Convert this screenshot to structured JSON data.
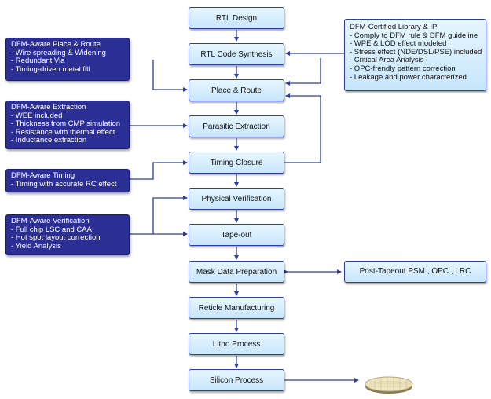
{
  "flow": {
    "rtl_design": "RTL Design",
    "rtl_synthesis": "RTL Code Synthesis",
    "place_route": "Place & Route",
    "parasitic": "Parasitic Extraction",
    "timing_closure": "Timing Closure",
    "physical_verification": "Physical Verification",
    "tapeout": "Tape-out",
    "mask_prep": "Mask Data Preparation",
    "reticle": "Reticle Manufacturing",
    "litho": "Litho Process",
    "silicon": "Silicon Process"
  },
  "dfm_pr": {
    "title": "DFM-Aware Place & Route",
    "items": [
      "- Wire spreading & Widening",
      "- Redundant Via",
      "- Timing-driven metal fill"
    ]
  },
  "dfm_extraction": {
    "title": "DFM-Aware Extraction",
    "items": [
      "- WEE included",
      "- Thickness from CMP simulation",
      "- Resistance with thermal effect",
      "- Inductance extraction"
    ]
  },
  "dfm_timing": {
    "title": "DFM-Aware Timing",
    "items": [
      "- Timing with accurate RC effect"
    ]
  },
  "dfm_verification": {
    "title": "DFM-Aware Verification",
    "items": [
      "- Full chip LSC and CAA",
      "- Hot spot layout correction",
      "- Yield Analysis"
    ]
  },
  "dfm_library": {
    "title": "DFM-Certified Library & IP",
    "items": [
      "- Comply to DFM rule & DFM guideline",
      "- WPE & LOD effect modeled",
      "- Stress effect (NDE/DSL/PSE) included",
      "- Critical Area Analysis",
      "- OPC-frendly pattern correction",
      "- Leakage and power characterized"
    ]
  },
  "post_tapeout": "Post-Tapeout PSM , OPC , LRC",
  "colors": {
    "line": "#2d3f9a",
    "side_box": "#2b2f95",
    "flow_box_top": "#e7f6ff",
    "flow_box_bottom": "#c7e6fb"
  }
}
